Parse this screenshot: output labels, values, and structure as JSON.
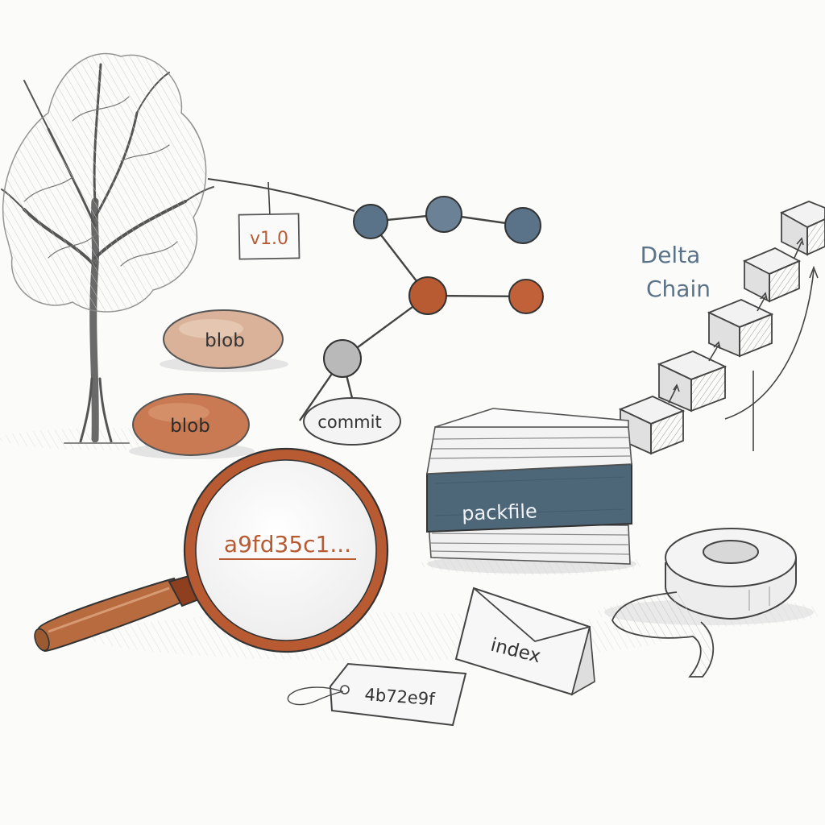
{
  "labels": {
    "tag": "v1.0",
    "blob_top": "blob",
    "blob_bottom": "blob",
    "commit": "commit",
    "delta_line1": "Delta",
    "delta_line2": "Chain",
    "packfile": "packfile",
    "hash": "a9fd35c1...",
    "index": "index",
    "short_hash": "4b72e9f"
  },
  "colors": {
    "paper": "#fbfbfa",
    "pencil": "#3b3b3b",
    "slate_blue": "#5a7388",
    "packfile_blue": "#4d6678",
    "rust": "#b85a32",
    "rust_dark": "#8e3f1f",
    "grey_node": "#b9b9b9",
    "blob_light": "#d9b299",
    "blob_dark": "#c97a52"
  },
  "icons": {
    "tree": "tree-sketch",
    "magnifier": "magnifying-glass",
    "tape": "tape-roll",
    "envelope": "index-envelope",
    "price_tag": "hash-tag",
    "cubes": "delta-cube"
  }
}
